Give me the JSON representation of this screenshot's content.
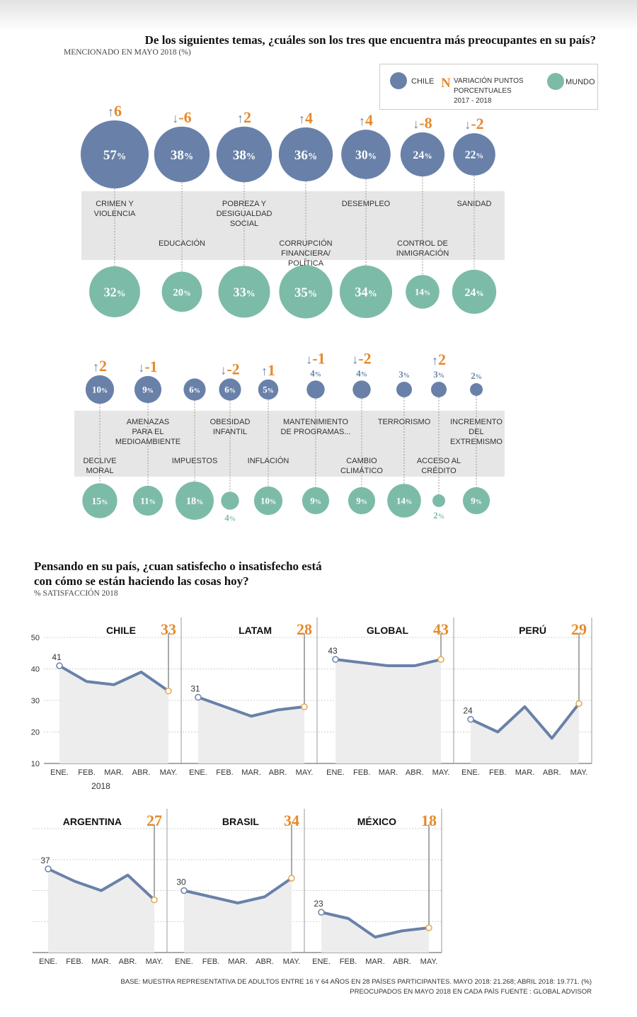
{
  "section1": {
    "title": "De los siguientes temas, ¿cuáles son los tres que encuentra más preocupantes en su país?",
    "subtitle": "MENCIONADO EN MAYO 2018 (%)"
  },
  "legend": {
    "chile_label": "CHILE",
    "variation_symbol": "N",
    "variation_label": [
      "VARIACIÓN PUNTOS",
      "PORCENTUALES",
      "2017 - 2018"
    ],
    "mundo_label": "MUNDO"
  },
  "colors": {
    "chile": "#6981a9",
    "mundo": "#7dbba9",
    "variation": "#e58a2a",
    "band": "#e6e6e6",
    "area": "#ededed"
  },
  "chart_data": [
    {
      "type": "bubble",
      "title": "De los siguientes temas, ¿cuáles son los tres que encuentra más preocupantes en su país?",
      "subtitle": "MENCIONADO EN MAYO 2018 (%)",
      "unit": "%",
      "series": [
        {
          "name": "CHILE",
          "values": [
            57,
            38,
            38,
            36,
            30,
            24,
            22,
            10,
            9,
            6,
            6,
            5,
            4,
            4,
            3,
            3,
            2
          ]
        },
        {
          "name": "MUNDO",
          "values": [
            32,
            20,
            33,
            35,
            34,
            14,
            24,
            15,
            11,
            18,
            4,
            10,
            9,
            9,
            14,
            2,
            9
          ]
        },
        {
          "name": "VARIACIÓN PUNTOS PORCENTUALES 2017 - 2018",
          "values": [
            6,
            -6,
            2,
            4,
            4,
            -8,
            -2,
            2,
            -1,
            null,
            -2,
            1,
            -1,
            -2,
            null,
            2,
            null
          ]
        }
      ],
      "categories": [
        "CRIMEN Y VIOLENCIA",
        "EDUCACIÓN",
        "POBREZA Y DESIGUALDAD SOCIAL",
        "CORRUPCIÓN FINANCIERA/ POLÍTICA",
        "DESEMPLEO",
        "CONTROL DE INMIGRACIÓN",
        "SANIDAD",
        "DECLIVE MORAL",
        "AMENAZAS PARA EL MEDIOAMBIENTE",
        "IMPUESTOS",
        "OBESIDAD INFANTIL",
        "INFLACIÓN",
        "MANTENIMIENTO DE PROGRAMAS...",
        "CAMBIO CLIMÁTICO",
        "TERRORISMO",
        "ACCESO AL CRÉDITO",
        "INCREMENTO DEL EXTREMISMO"
      ],
      "topics": [
        {
          "label": [
            "CRIMEN Y",
            "VIOLENCIA"
          ],
          "chile": 57,
          "mundo": 32,
          "change": "6",
          "dir": "up"
        },
        {
          "label": [
            "EDUCACIÓN"
          ],
          "chile": 38,
          "mundo": 20,
          "change": "-6",
          "dir": "down"
        },
        {
          "label": [
            "POBREZA Y",
            "DESIGUALDAD",
            "SOCIAL"
          ],
          "chile": 38,
          "mundo": 33,
          "change": "2",
          "dir": "up"
        },
        {
          "label": [
            "CORRUPCIÓN",
            "FINANCIERA/",
            "POLÍTICA"
          ],
          "chile": 36,
          "mundo": 35,
          "change": "4",
          "dir": "up"
        },
        {
          "label": [
            "DESEMPLEO"
          ],
          "chile": 30,
          "mundo": 34,
          "change": "4",
          "dir": "up"
        },
        {
          "label": [
            "CONTROL DE",
            "INMIGRACIÓN"
          ],
          "chile": 24,
          "mundo": 14,
          "change": "-8",
          "dir": "down"
        },
        {
          "label": [
            "SANIDAD"
          ],
          "chile": 22,
          "mundo": 24,
          "change": "-2",
          "dir": "down"
        },
        {
          "label": [
            "DECLIVE",
            "MORAL"
          ],
          "chile": 10,
          "mundo": 15,
          "change": "2",
          "dir": "up"
        },
        {
          "label": [
            "AMENAZAS",
            "PARA EL",
            "MEDIOAMBIENTE"
          ],
          "chile": 9,
          "mundo": 11,
          "change": "-1",
          "dir": "down"
        },
        {
          "label": [
            "IMPUESTOS"
          ],
          "chile": 6,
          "mundo": 18,
          "change": "",
          "dir": ""
        },
        {
          "label": [
            "OBESIDAD",
            "INFANTIL"
          ],
          "chile": 6,
          "mundo": 4,
          "change": "-2",
          "dir": "down"
        },
        {
          "label": [
            "INFLACIÓN"
          ],
          "chile": 5,
          "mundo": 10,
          "change": "1",
          "dir": "up"
        },
        {
          "label": [
            "MANTENIMIENTO",
            "DE PROGRAMAS..."
          ],
          "chile": 4,
          "mundo": 9,
          "change": "-1",
          "dir": "down"
        },
        {
          "label": [
            "CAMBIO",
            "CLIMÁTICO"
          ],
          "chile": 4,
          "mundo": 9,
          "change": "-2",
          "dir": "down"
        },
        {
          "label": [
            "TERRORISMO"
          ],
          "chile": 3,
          "mundo": 14,
          "change": "",
          "dir": ""
        },
        {
          "label": [
            "ACCESO AL",
            "CRÉDITO"
          ],
          "chile": 3,
          "mundo": 2,
          "change": "2",
          "dir": "up"
        },
        {
          "label": [
            "INCREMENTO",
            "DEL",
            "EXTREMISMO"
          ],
          "chile": 2,
          "mundo": 9,
          "change": "",
          "dir": ""
        }
      ]
    },
    {
      "type": "line",
      "title": "Pensando en su país, ¿cuan satisfecho o insatisfecho está con cómo se están haciendo las cosas hoy?",
      "subtitle": "% SATISFACCIÓN 2018",
      "x": [
        "ENE.",
        "FEB.",
        "MAR.",
        "ABR.",
        "MAY."
      ],
      "year_label": "2018",
      "ylim": [
        10,
        50
      ],
      "yticks": [
        10,
        20,
        30,
        40,
        50
      ],
      "grid": true,
      "series": [
        {
          "name": "CHILE",
          "values": [
            41,
            36,
            35,
            39,
            33
          ],
          "last": "33",
          "first": "41"
        },
        {
          "name": "LATAM",
          "values": [
            31,
            28,
            25,
            27,
            28
          ],
          "last": "28",
          "first": "31"
        },
        {
          "name": "GLOBAL",
          "values": [
            43,
            42,
            41,
            41,
            43
          ],
          "last": "43",
          "first": "43"
        },
        {
          "name": "PERÚ",
          "values": [
            24,
            20,
            28,
            18,
            29
          ],
          "last": "29",
          "first": "24"
        },
        {
          "name": "ARGENTINA",
          "values": [
            37,
            33,
            30,
            35,
            27
          ],
          "last": "27",
          "first": "37"
        },
        {
          "name": "BRASIL",
          "values": [
            30,
            28,
            26,
            28,
            34
          ],
          "last": "34",
          "first": "30"
        },
        {
          "name": "MÉXICO",
          "values": [
            23,
            21,
            15,
            17,
            18
          ],
          "last": "18",
          "first": "23"
        }
      ]
    }
  ],
  "section2": {
    "title_line1": "Pensando en su país, ¿cuan satisfecho o insatisfecho está",
    "title_line2": "con cómo se están haciendo las cosas hoy?",
    "subtitle": "% SATISFACCIÓN 2018"
  },
  "footer": {
    "line1": "BASE: MUESTRA REPRESENTATIVA DE ADULTOS ENTRE 16 Y 64 AÑOS EN 28 PAÍSES PARTICIPANTES. MAYO 2018: 21.268; ABRIL 2018: 19.771. (%)",
    "line2": "PREOCUPADOS EN MAYO 2018 EN CADA PAÍS FUENTE : GLOBAL ADVISOR"
  }
}
